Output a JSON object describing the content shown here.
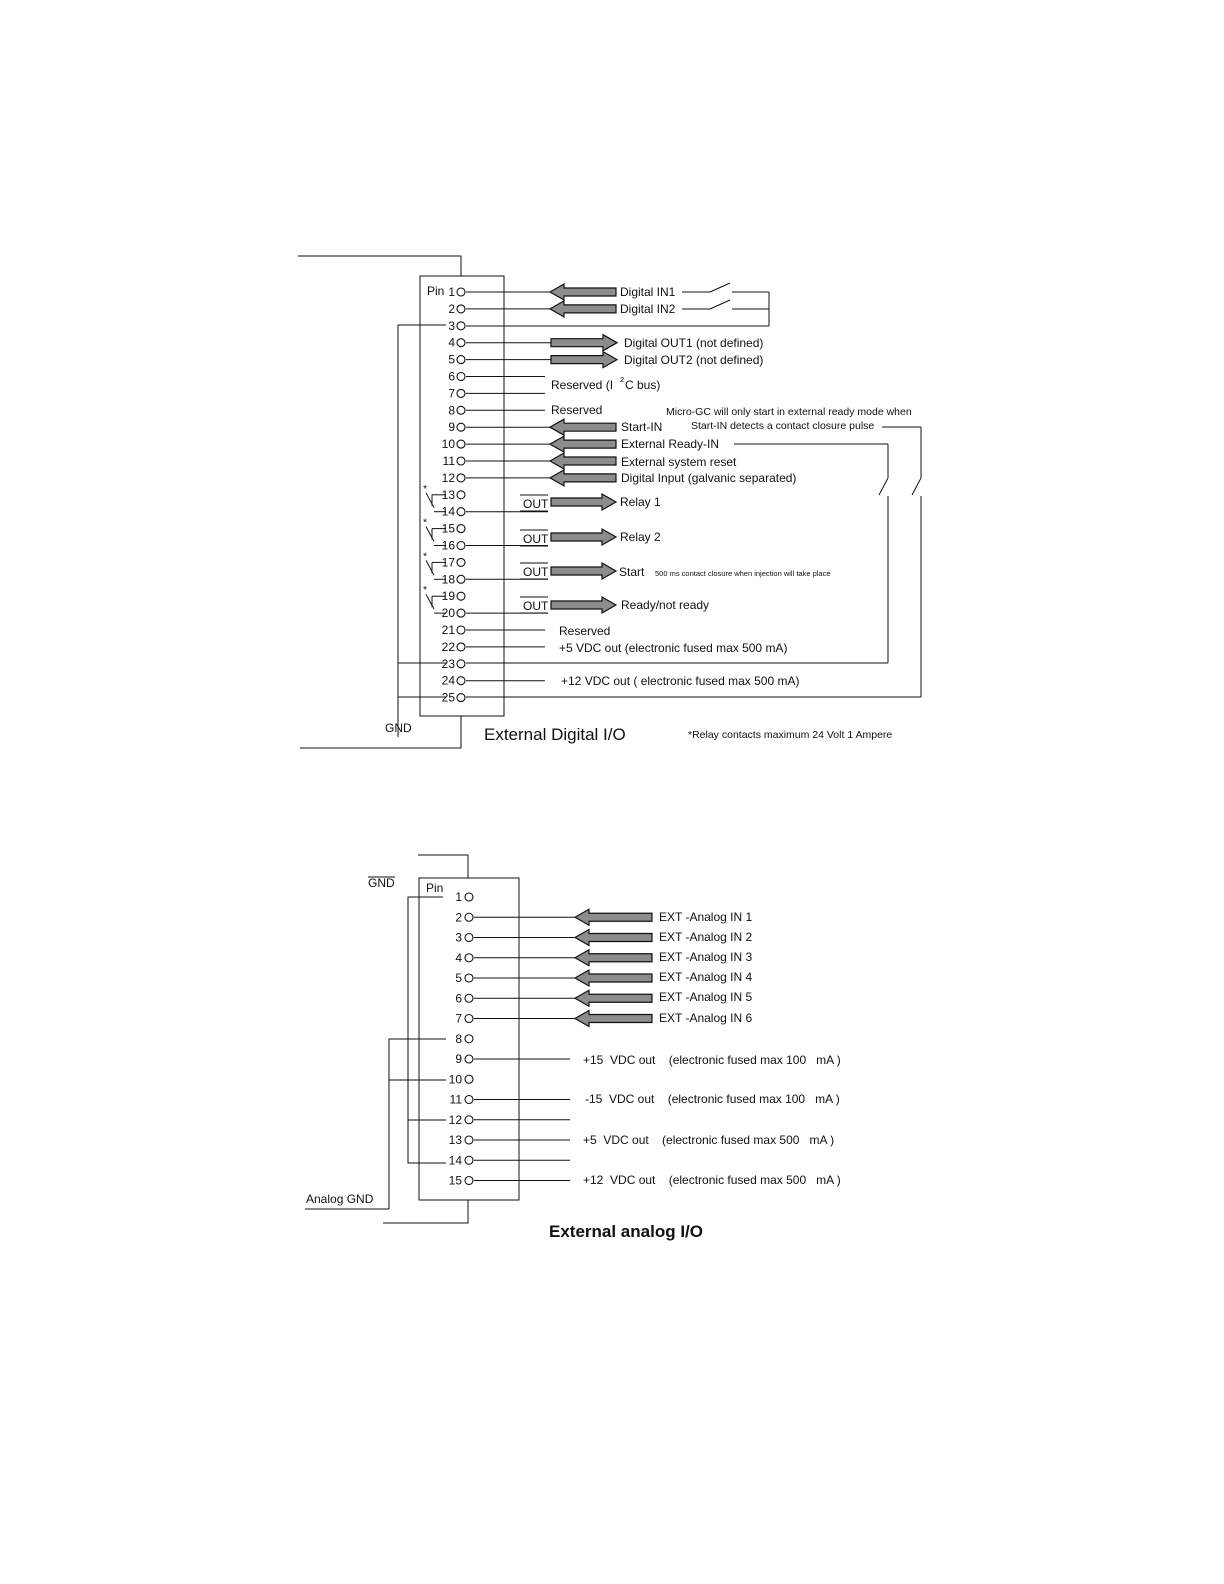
{
  "digital": {
    "title": "External Digital I/O",
    "gnd": "GND",
    "footnote": "*Relay contacts maximum 24 Volt 1 Ampere",
    "pin_prefix": "Pin",
    "star": "*",
    "pins": [
      "1",
      "2",
      "3",
      "4",
      "5",
      "6",
      "7",
      "8",
      "9",
      "10",
      "11",
      "12",
      "13",
      "14",
      "15",
      "16",
      "17",
      "18",
      "19",
      "20",
      "21",
      "22",
      "23",
      "24",
      "25"
    ],
    "labels": {
      "p1": "Digital IN1",
      "p2": "Digital IN2",
      "p4": "Digital OUT1 (not defined)",
      "p5": "Digital OUT2 (not defined)",
      "p6a": "Reserved (I",
      "p6sup": "2",
      "p6b": "C bus)",
      "p8": "Reserved",
      "p9": "Start-IN",
      "p10": "External Ready-IN",
      "p11": "External system reset",
      "p12": "Digital Input (galvanic separated)",
      "relay1": "Relay 1",
      "relay2": "Relay 2",
      "start": "Start",
      "start_note": "500 ms contact closure when injection will take place",
      "ready": "Ready/not ready",
      "p21": "Reserved",
      "p22": "+5 VDC out (electronic fused max 500 mA)",
      "p24": "+12 VDC out ( electronic fused max 500 mA)",
      "note1": "Micro-GC will only start in external ready mode when",
      "note2": "Start-IN detects a contact closure pulse",
      "out": "OUT"
    }
  },
  "analog": {
    "title": "External analog I/O",
    "gnd": "GND",
    "analog_gnd": "Analog GND",
    "pin_header": "Pin",
    "pins": [
      "1",
      "2",
      "3",
      "4",
      "5",
      "6",
      "7",
      "8",
      "9",
      "10",
      "11",
      "12",
      "13",
      "14",
      "15"
    ],
    "labels": {
      "p2": "EXT  -Analog IN  1",
      "p3": "EXT  -Analog IN  2",
      "p4": "EXT  -Analog IN  3",
      "p5": "EXT  -Analog IN  4",
      "p6": "EXT  -Analog IN  5",
      "p7": "EXT  -Analog IN  6",
      "p9": "+15  VDC out    (electronic fused max 100   mA )",
      "p11": "-15  VDC out    (electronic fused max 100   mA )",
      "p13": "+5  VDC out    (electronic fused max 500   mA )",
      "p15": "+12  VDC out    (electronic fused max 500   mA )"
    }
  }
}
